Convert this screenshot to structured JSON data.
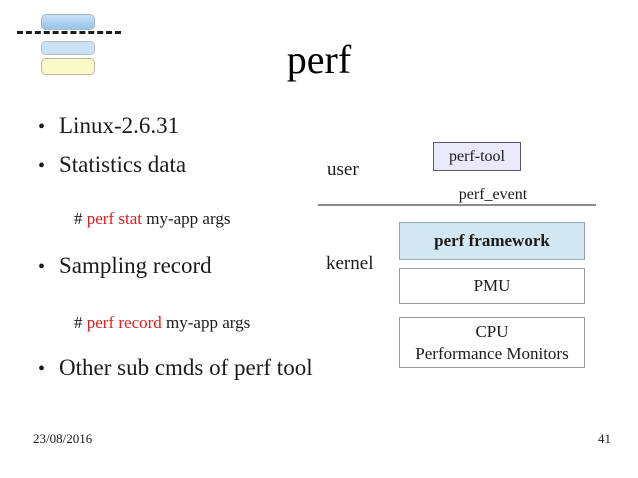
{
  "slide_title": "perf",
  "bullets": {
    "marker": "•",
    "items": [
      {
        "label": "Linux-2.6.31"
      },
      {
        "label": "Statistics data"
      },
      {
        "label": "Sampling record"
      },
      {
        "label": "Other sub cmds of perf tool"
      }
    ],
    "commands": [
      {
        "hash": "# ",
        "cmd": "perf stat",
        "args": " my-app args"
      },
      {
        "hash": "# ",
        "cmd": "perf record",
        "args": " my-app args"
      }
    ]
  },
  "diagram": {
    "user_label": "user",
    "kernel_label": "kernel",
    "api_label": "perf_event",
    "perf_tool_box": "perf-tool",
    "framework_box": "perf framework",
    "pmu_box": "PMU",
    "cpu_box_line1": "CPU",
    "cpu_box_line2": "Performance Monitors"
  },
  "footer": {
    "date": "23/08/2016",
    "page_number": "41"
  },
  "colors": {
    "command_red": "#e8191b",
    "perf_tool_fill": "#e9e9fa",
    "framework_fill": "#d3e7f3",
    "box_border_gray": "#9a9a9a",
    "divider_gray": "#8c8c8c",
    "logo_blue": "#9cc6ea",
    "logo_light_blue": "#cbe1f4",
    "logo_yellow": "#fafac9"
  }
}
